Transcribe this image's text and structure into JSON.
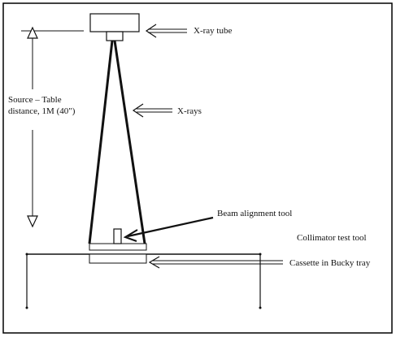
{
  "labels": {
    "xray_tube": "X-ray tube",
    "xrays": "X-rays",
    "source_table_line1": "Source – Table",
    "source_table_line2": "distance, 1M (40\")",
    "beam_alignment_tool": "Beam alignment tool",
    "collimator_test_tool": "Collimator test tool",
    "cassette_bucky_tray": "Cassette in Bucky tray"
  },
  "colors": {
    "ink": "#111111",
    "frame": "#000000",
    "background": "#ffffff"
  }
}
